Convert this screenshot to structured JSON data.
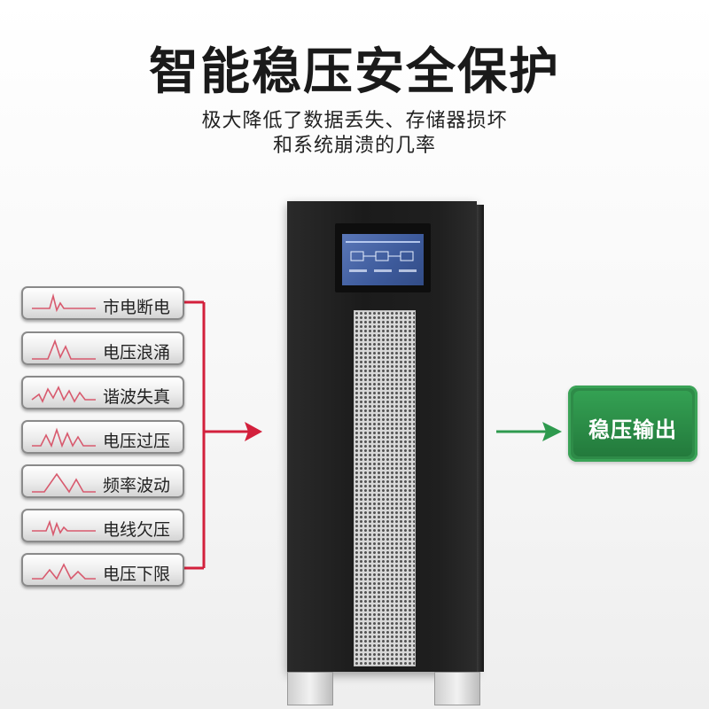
{
  "header": {
    "title": "智能稳压安全保护",
    "subtitle_line1": "极大降低了数据丢失、存储器损坏",
    "subtitle_line2": "和系统崩溃的几率"
  },
  "problems": [
    {
      "label": "市电断电",
      "icon": "waveform-icon"
    },
    {
      "label": "电压浪涌",
      "icon": "waveform-icon"
    },
    {
      "label": "谐波失真",
      "icon": "waveform-icon"
    },
    {
      "label": "电压过压",
      "icon": "waveform-icon"
    },
    {
      "label": "频率波动",
      "icon": "waveform-icon"
    },
    {
      "label": "电线欠压",
      "icon": "waveform-icon"
    },
    {
      "label": "电压下限",
      "icon": "waveform-icon"
    }
  ],
  "output": {
    "label": "稳压输出"
  },
  "colors": {
    "input_line": "#d3203c",
    "output_arrow": "#2e9a4e",
    "badge": "#2e8b48",
    "waveform": "#d85a6e",
    "cabinet": "#1f1f1f"
  }
}
